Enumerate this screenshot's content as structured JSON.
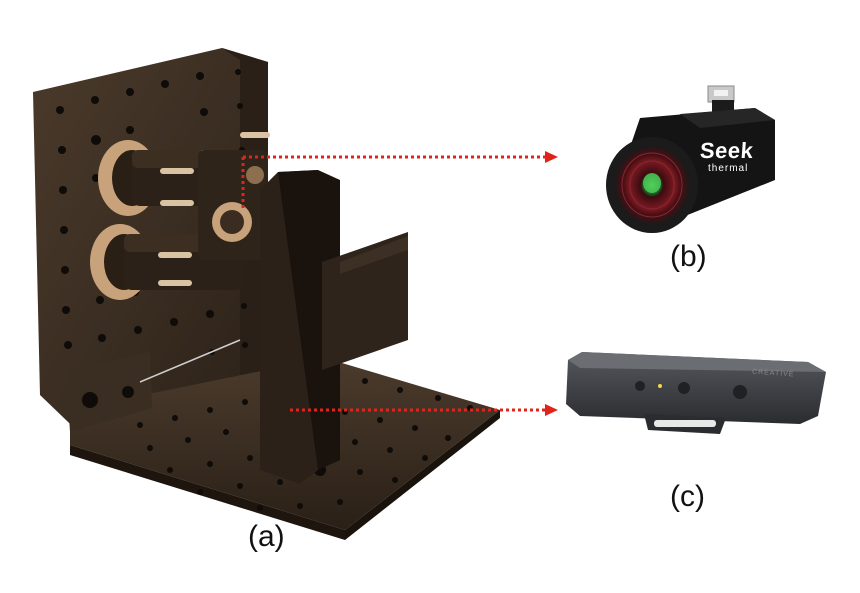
{
  "labels": {
    "a": "(a)",
    "b": "(b)",
    "c": "(c)"
  },
  "brand_text": {
    "seek_logo": "Seek",
    "seek_sub": "thermal",
    "creative_logo": "CREATIVE"
  },
  "colors": {
    "background": "#ffffff",
    "bracket": "#3b2e22",
    "bracket_dark": "#24190f",
    "holes": "#0e0b08",
    "brass": "#c8a27a",
    "camera_body": "#141414",
    "lens_ring": "#5a1016",
    "lens_center": "#3fae4a",
    "sensor_bar": "#3a3c40",
    "arrow": "#e0241b"
  },
  "icons": {
    "mount": "optical-mount-assembly",
    "thermal_camera": "thermal-camera",
    "depth_camera": "depth-camera-bar"
  }
}
